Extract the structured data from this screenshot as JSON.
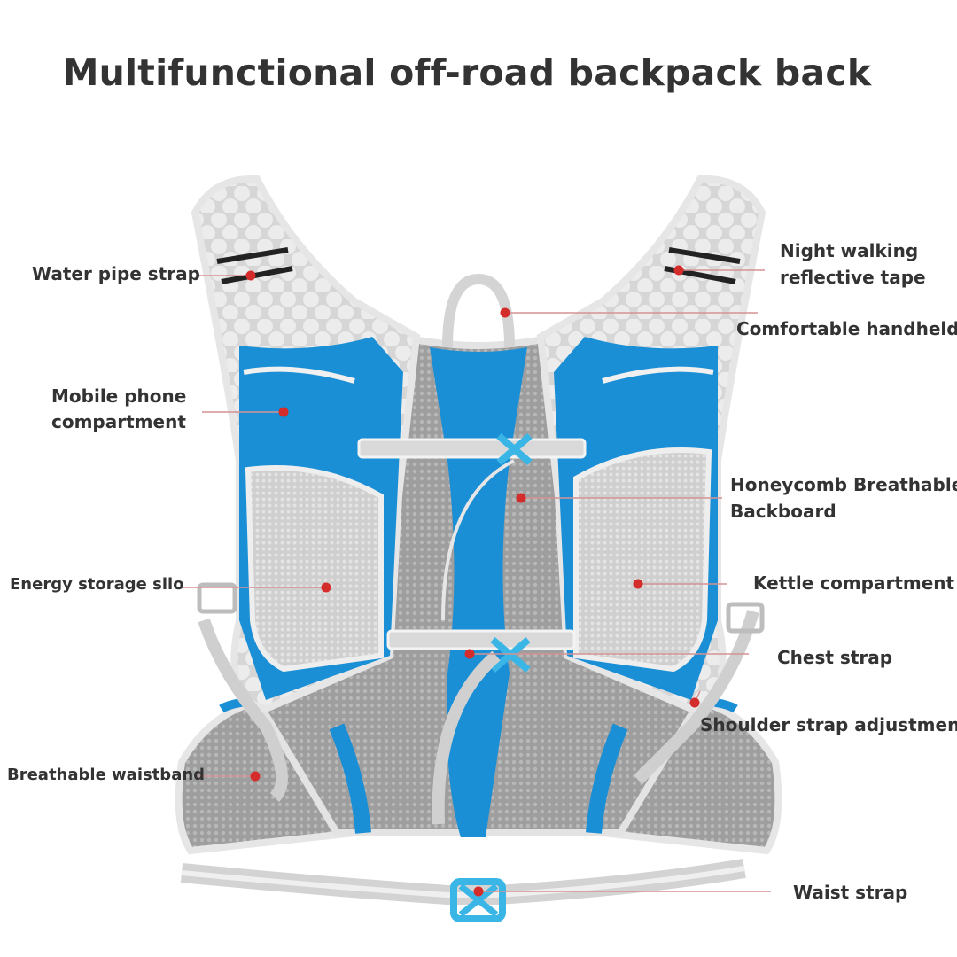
{
  "title": "Multifunctional off-road backpack back",
  "colors": {
    "accent": "#1a8fd6",
    "mesh": "#a9a9a9",
    "trim": "#dcdcdc",
    "dot": "#d42b2b",
    "text": "#333333"
  },
  "labels": {
    "water_pipe_strap": "Water pipe strap",
    "night_walking_l1": "Night walking",
    "night_walking_l2": "reflective tape",
    "comfortable_handheld": "Comfortable handheld",
    "mobile_phone_l1": "Mobile phone",
    "mobile_phone_l2": "compartment",
    "honeycomb_l1": "Honeycomb Breathable",
    "honeycomb_l2": "Backboard",
    "energy_storage_silo": "Energy storage silo",
    "kettle_compartment": "Kettle compartment",
    "chest_strap": "Chest strap",
    "shoulder_strap_adjustment": "Shoulder strap adjustment",
    "breathable_waistband": "Breathable waistband",
    "waist_strap": "Waist strap"
  }
}
